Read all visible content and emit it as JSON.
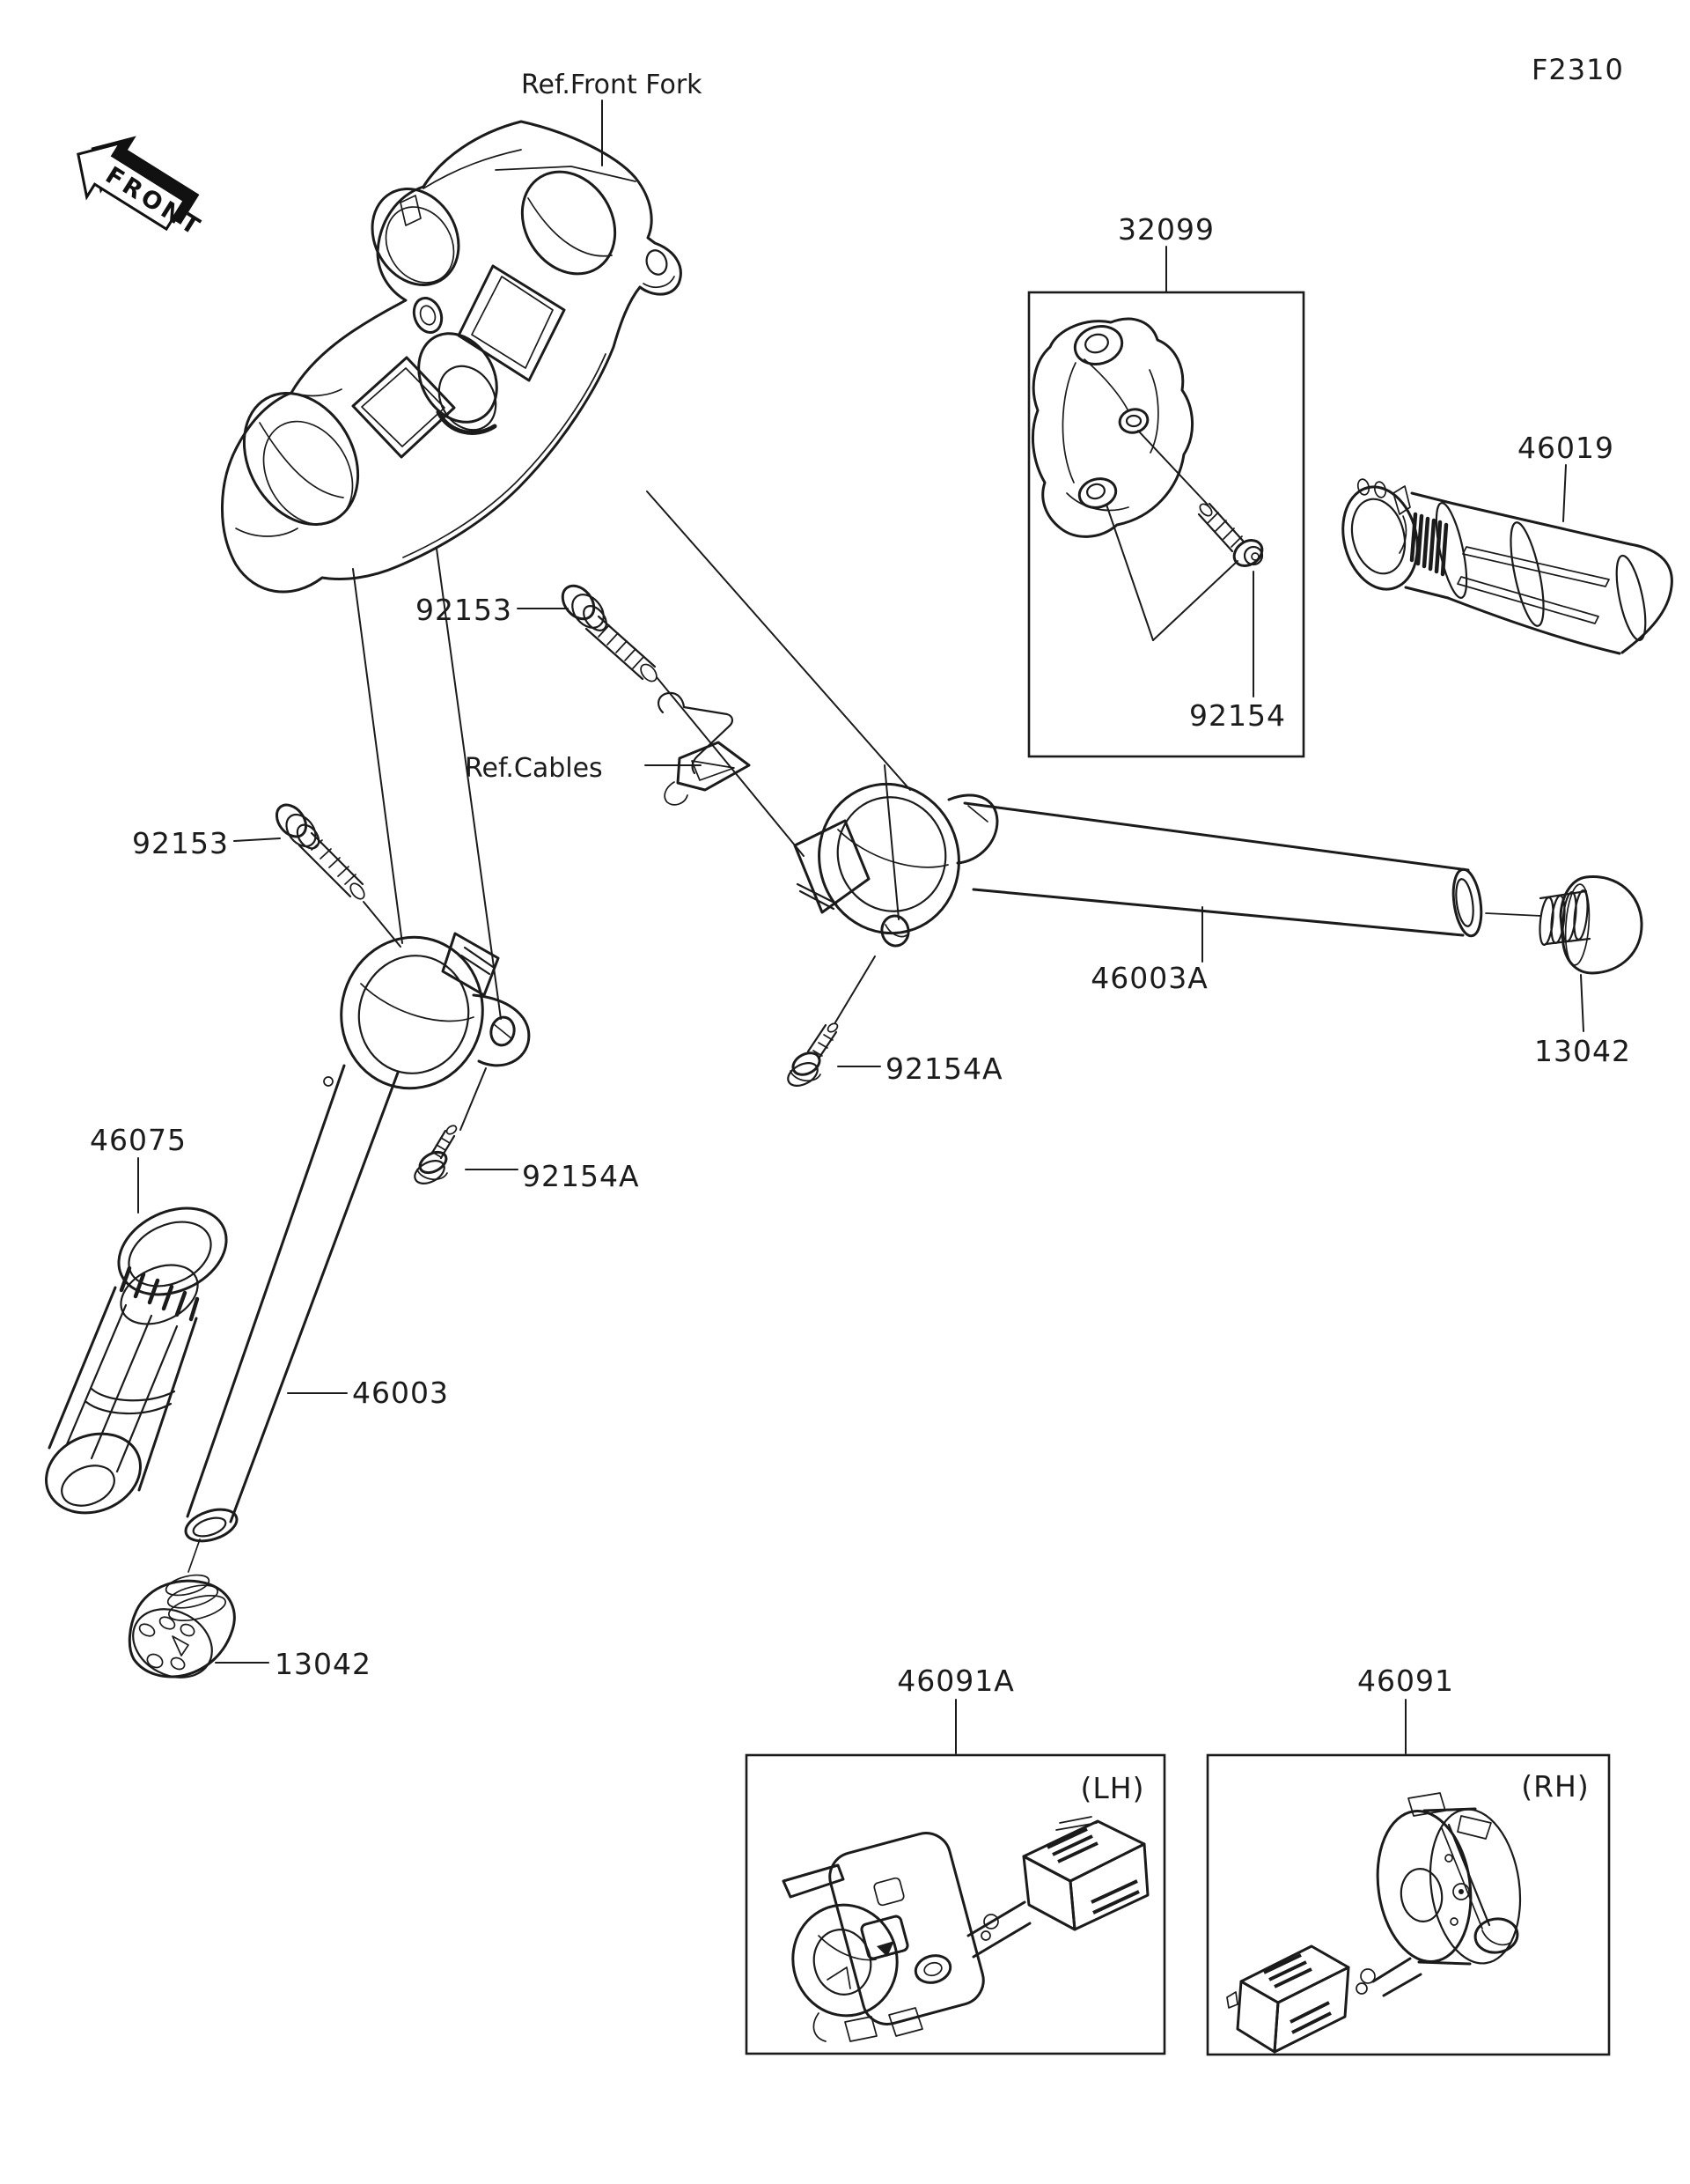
{
  "figure_code": "F2310",
  "orientation": "FRONT",
  "references": {
    "front_fork": "Ref.Front Fork",
    "cables": "Ref.Cables"
  },
  "callouts": {
    "bracket": "32099",
    "bracket_screw": "92154",
    "grip_rh": "46019",
    "holder_bolt_rh": "92153",
    "handlebar_rh": "46003A",
    "weight_rh": "13042",
    "holder_bolt_lh": "92153",
    "holder_screw_rh": "92154A",
    "holder_screw_lh": "92154A",
    "grip_heater_lh": "46075",
    "handlebar_lh": "46003",
    "weight_lh": "13042",
    "switch_housing_lh": "46091A",
    "switch_housing_rh": "46091"
  },
  "side_markers": {
    "lh": "(LH)",
    "rh": "(RH)"
  }
}
